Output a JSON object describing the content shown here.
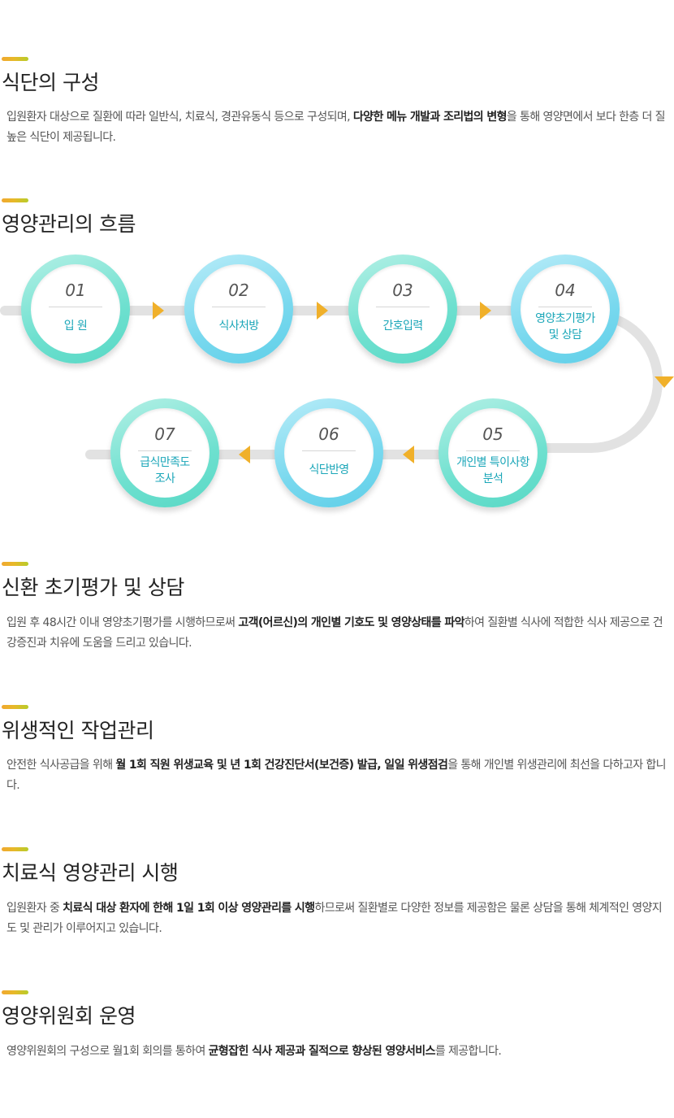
{
  "sections": {
    "composition": {
      "title": "식단의 구성",
      "body": [
        "입원환자 대상으로 질환에 따라 일반식, 치료식, 경관유동식 등으로 구성되며, ",
        "다양한 메뉴 개발과 조리법의 변형",
        "을 통해 영양면에서 보다 한층 더 질 높은 식단이 제공됩니다."
      ]
    },
    "flow": {
      "title": "영양관리의 흐름",
      "steps": [
        {
          "num": "01",
          "label": "입 원"
        },
        {
          "num": "02",
          "label": "식사처방"
        },
        {
          "num": "03",
          "label": "간호입력"
        },
        {
          "num": "04",
          "label": "영양초기평가\n및 상담"
        },
        {
          "num": "05",
          "label": "개인별 특이사항\n분석"
        },
        {
          "num": "06",
          "label": "식단반영"
        },
        {
          "num": "07",
          "label": "급식만족도\n조사"
        }
      ]
    },
    "assessment": {
      "title": "신환 초기평가 및 상담",
      "body": [
        "입원 후 48시간 이내 영양초기평가를 시행하므로써 ",
        "고객(어르신)의 개인별 기호도 및 영양상태를 파악",
        "하여 질환별 식사에 적합한 식사 제공으로 건강증진과 치유에 도움을 드리고 있습니다."
      ]
    },
    "hygiene": {
      "title": "위생적인 작업관리",
      "body": [
        "안전한 식사공급을 위해 ",
        "월 1회 직원 위생교육 및 년 1회 건강진단서(보건증) 발급, 일일 위생점검",
        "을 통해 개인별 위생관리에 최선을 다하고자 합니다."
      ]
    },
    "therapeutic": {
      "title": "치료식 영양관리 시행",
      "body": [
        "입원환자 중 ",
        "치료식 대상 환자에 한해 1일 1회 이상 영양관리를 시행",
        "하므로써 질환별로 다양한 정보를 제공함은 물론 상담을 통해 체계적인 영양지도 및 관리가 이루어지고 있습니다."
      ]
    },
    "committee": {
      "title": "영양위원회 운영",
      "body": [
        "영양위원회의 구성으로 월1회 회의를 통하여 ",
        "균형잡힌 식사 제공과 질적으로 향상된 영양서비스",
        "를 제공합니다."
      ]
    }
  },
  "colors": {
    "accent": "#f0b02a",
    "step_label": "#1aa6b8",
    "track": "#e2e2e2"
  }
}
